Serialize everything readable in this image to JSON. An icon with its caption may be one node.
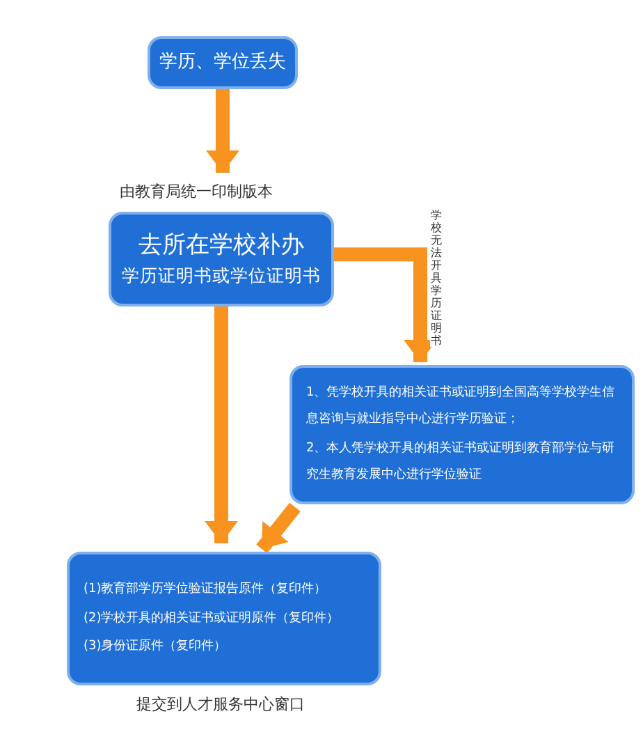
{
  "diagram": {
    "nodes": [
      {
        "text": [
          "学历、学位丢失"
        ]
      },
      {
        "text": [
          "去所在学校补办",
          "学历证明书或学位证明书"
        ],
        "beside": [
          "由教育局统一印制版本"
        ]
      },
      {
        "text": [
          "1、凭学校开具的相关证书或证明到全国高等学校学生信息咨询与就业指导中心进行学历验证；",
          "2、本人凭学校开具的相关证书或证明到教育部学位与研究生教育发展中心进行学位验证"
        ]
      },
      {
        "text": [
          "(1)教育部学历学位验证报告原件（复印件）",
          "(2)学校开具的相关证书或证明原件（复印件）",
          "(3)身份证原件（复印件）"
        ],
        "beside": [
          "提交到人才服务中心窗口"
        ]
      }
    ],
    "edges": [
      {
        "from": 0,
        "to": 1,
        "arrow": "to"
      },
      {
        "from": 1,
        "to": 2,
        "arrow": "to",
        "label": "学校无法开具学历证明书"
      },
      {
        "from": 1,
        "to": 3,
        "arrow": "to"
      },
      {
        "from": 2,
        "to": 3,
        "arrow": "to"
      }
    ]
  }
}
